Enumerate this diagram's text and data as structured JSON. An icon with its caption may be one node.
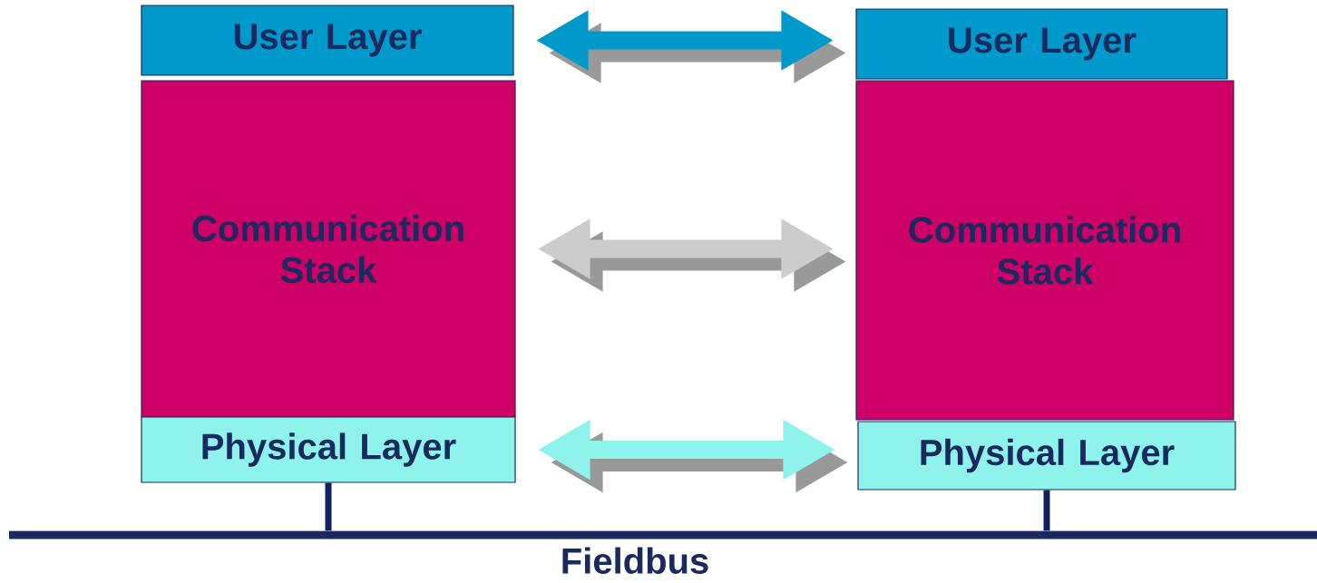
{
  "diagram": {
    "nodes": [
      {
        "text": [
          "User Layer"
        ]
      },
      {
        "text": [
          "Communication Stack"
        ]
      },
      {
        "text": [
          "Physical Layer"
        ]
      },
      {
        "text": [
          "User Layer"
        ]
      },
      {
        "text": [
          "Communication Stack"
        ]
      },
      {
        "text": [
          "Physical Layer"
        ]
      },
      {
        "text": [
          "Fieldbus"
        ]
      }
    ],
    "edges": [
      {
        "from": 0,
        "to": 3,
        "arrow": "both",
        "color": "#0099cc"
      },
      {
        "from": 1,
        "to": 4,
        "arrow": "both",
        "color": "#cccccc"
      },
      {
        "from": 2,
        "to": 5,
        "arrow": "both",
        "color": "#8ef3ea"
      },
      {
        "from": 2,
        "to": 6,
        "arrow": "none",
        "color": "#102060"
      },
      {
        "from": 5,
        "to": 6,
        "arrow": "none",
        "color": "#102060"
      }
    ]
  }
}
